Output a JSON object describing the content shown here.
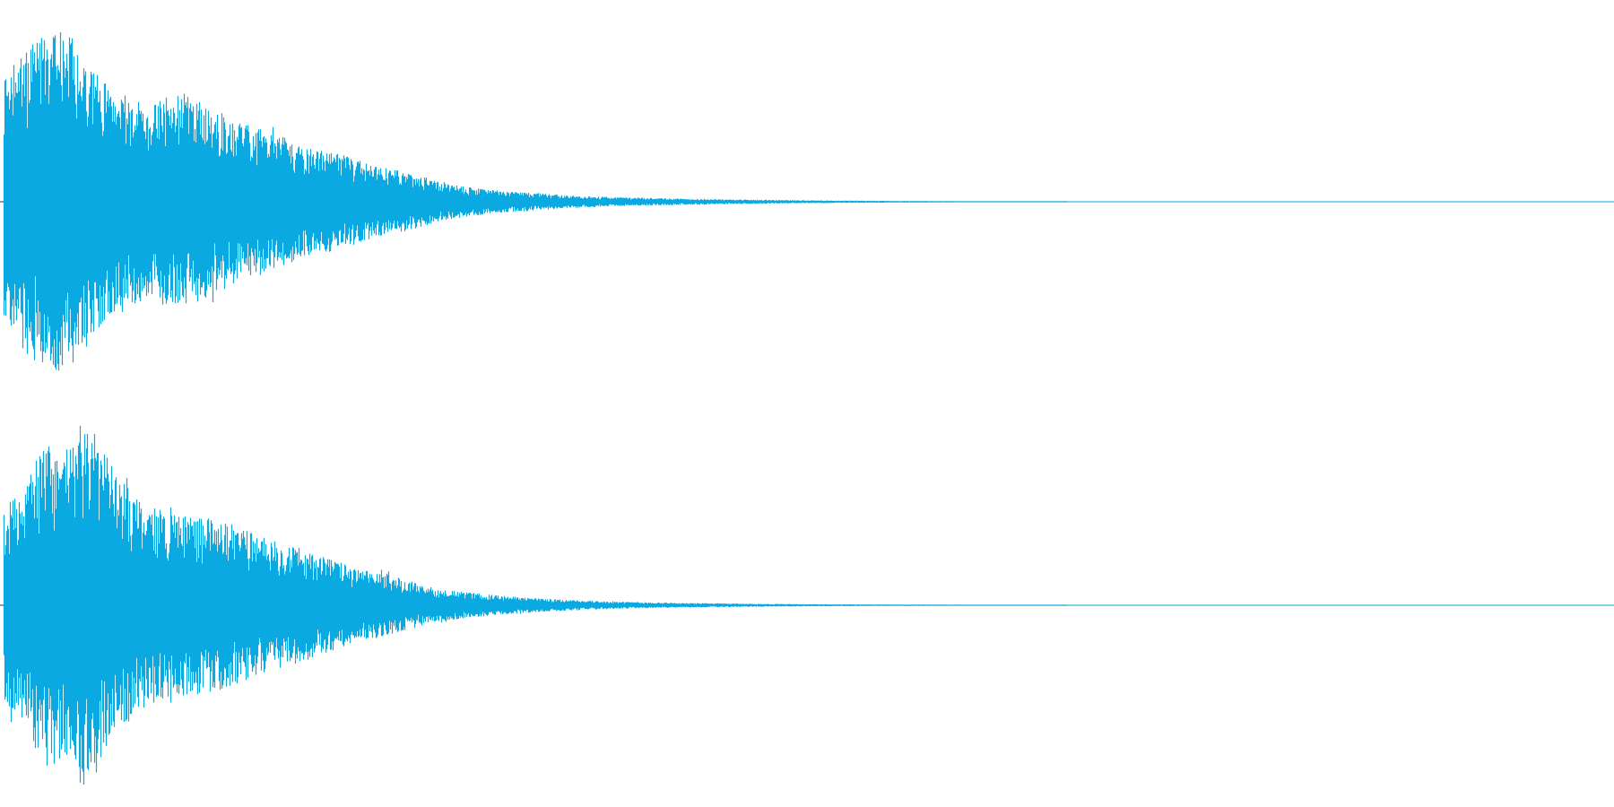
{
  "waveform": {
    "color": "#0aa9e1",
    "background": "#ffffff",
    "channels": [
      {
        "name": "",
        "peak_amplitude": 0.97,
        "envelope": [
          [
            0.0,
            0.72
          ],
          [
            0.01,
            0.82
          ],
          [
            0.025,
            0.95
          ],
          [
            0.04,
            0.97
          ],
          [
            0.05,
            0.78
          ],
          [
            0.07,
            0.62
          ],
          [
            0.09,
            0.55
          ],
          [
            0.11,
            0.62
          ],
          [
            0.13,
            0.52
          ],
          [
            0.15,
            0.44
          ],
          [
            0.17,
            0.38
          ],
          [
            0.19,
            0.3
          ],
          [
            0.21,
            0.27
          ],
          [
            0.23,
            0.2
          ],
          [
            0.25,
            0.17
          ],
          [
            0.27,
            0.11
          ],
          [
            0.29,
            0.08
          ],
          [
            0.31,
            0.06
          ],
          [
            0.33,
            0.05
          ],
          [
            0.35,
            0.035
          ],
          [
            0.38,
            0.026
          ],
          [
            0.42,
            0.018
          ],
          [
            0.46,
            0.012
          ],
          [
            0.5,
            0.008
          ],
          [
            0.55,
            0.005
          ],
          [
            0.6,
            0.003
          ],
          [
            0.64,
            0.002
          ],
          [
            0.66,
            0.0
          ],
          [
            1.0,
            0.0
          ]
        ]
      },
      {
        "name": "",
        "peak_amplitude": 0.99,
        "envelope": [
          [
            0.0,
            0.55
          ],
          [
            0.01,
            0.62
          ],
          [
            0.025,
            0.9
          ],
          [
            0.04,
            0.88
          ],
          [
            0.055,
            0.99
          ],
          [
            0.07,
            0.72
          ],
          [
            0.085,
            0.58
          ],
          [
            0.1,
            0.52
          ],
          [
            0.12,
            0.5
          ],
          [
            0.14,
            0.46
          ],
          [
            0.16,
            0.38
          ],
          [
            0.18,
            0.33
          ],
          [
            0.2,
            0.27
          ],
          [
            0.22,
            0.2
          ],
          [
            0.24,
            0.17
          ],
          [
            0.26,
            0.1
          ],
          [
            0.28,
            0.08
          ],
          [
            0.3,
            0.06
          ],
          [
            0.32,
            0.045
          ],
          [
            0.35,
            0.03
          ],
          [
            0.38,
            0.02
          ],
          [
            0.42,
            0.013
          ],
          [
            0.46,
            0.009
          ],
          [
            0.5,
            0.006
          ],
          [
            0.55,
            0.004
          ],
          [
            0.6,
            0.003
          ],
          [
            0.64,
            0.002
          ],
          [
            0.66,
            0.0
          ],
          [
            1.0,
            0.0
          ]
        ]
      }
    ]
  }
}
